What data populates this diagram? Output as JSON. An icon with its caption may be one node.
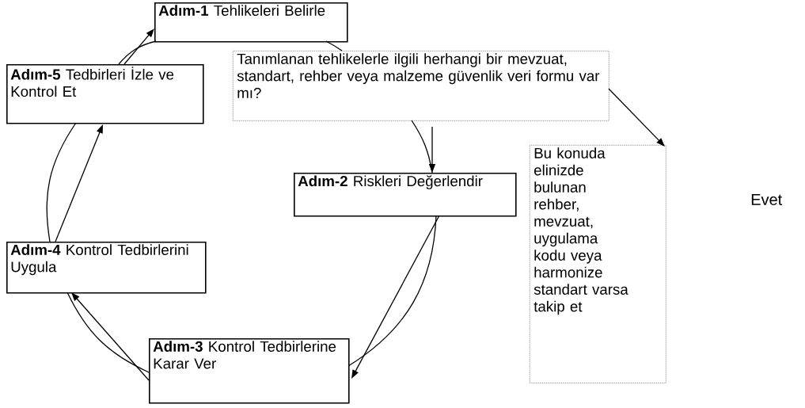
{
  "diagram": {
    "nodes": [
      {
        "text": [
          "**Adım-1** Tehlikeleri Belirle"
        ]
      },
      {
        "text": [
          "Tanımlanan tehlikelerle ilgili herhangi bir mevzuat, standart, rehber veya malzeme güvenlik veri formu var mı?"
        ]
      },
      {
        "text": [
          "**Adım-2** Riskleri Değerlendir"
        ]
      },
      {
        "text": [
          "Bu konuda elinizde bulunan rehber, mevzuat, uygulama kodu veya harmonize standart varsa takip et"
        ]
      },
      {
        "text": [
          "**Adım-3** Kontrol Tedbirlerine Karar Ver"
        ]
      },
      {
        "text": [
          "**Adım-4** Kontrol Tedbirlerini Uygula"
        ]
      },
      {
        "text": [
          "**Adım-5** Tedbirleri İzle ve Kontrol Et"
        ]
      }
    ],
    "edges": [
      {
        "from": 6,
        "to": 0,
        "arrow": "none"
      },
      {
        "from": 0,
        "to": 1,
        "arrow": "none"
      },
      {
        "from": 1,
        "to": 2,
        "arrow": "none"
      },
      {
        "from": 2,
        "to": 4,
        "arrow": "none"
      },
      {
        "from": 4,
        "to": 5,
        "arrow": "none"
      },
      {
        "from": 5,
        "to": 6,
        "arrow": "none"
      },
      {
        "from": 6,
        "to": 0,
        "arrow": "to"
      },
      {
        "from": 5,
        "to": 6,
        "arrow": "to"
      },
      {
        "from": 4,
        "to": 5,
        "arrow": "to"
      },
      {
        "from": 2,
        "to": 4,
        "arrow": "to"
      },
      {
        "from": 1,
        "to": 2,
        "arrow": "to"
      },
      {
        "from": 1,
        "to": 3,
        "arrow": "to"
      }
    ],
    "labels": [
      "Evet"
    ]
  }
}
